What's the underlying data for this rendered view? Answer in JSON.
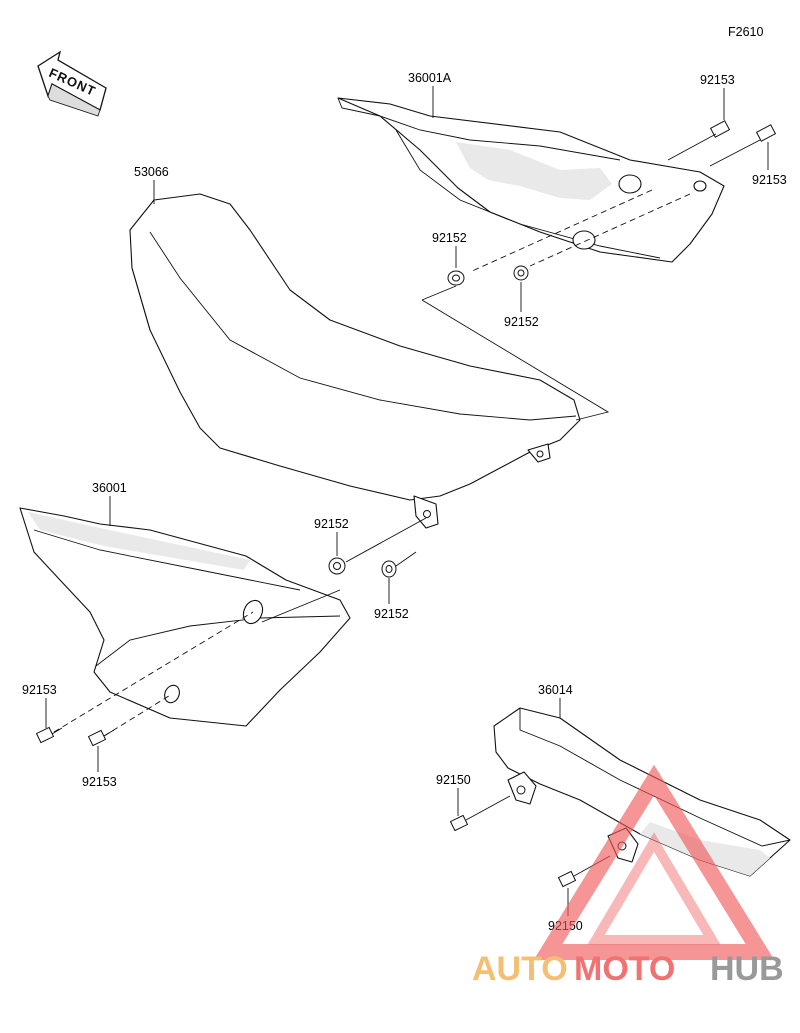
{
  "figure_code": "F2610",
  "front_label": "FRONT",
  "parts": {
    "seat": "53066",
    "side_cover_right": "36001A",
    "side_cover_left": "36001",
    "chain_cover": "36014"
  },
  "fasteners": {
    "bolt_92153": "92153",
    "grommet_92152": "92152",
    "bolt_92150": "92150"
  },
  "watermark": {
    "auto": "AUTO",
    "moto": "MOTO",
    "hub": "HUB",
    "colors": {
      "auto": "#f4b45b",
      "moto": "#ef5a5a",
      "hub": "#888888"
    }
  }
}
